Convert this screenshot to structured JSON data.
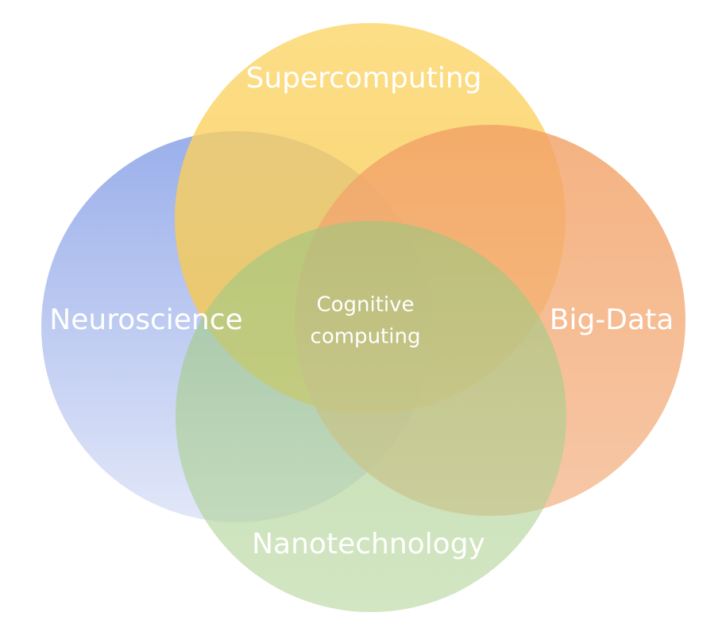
{
  "diagram": {
    "circles": [
      {
        "id": "supercomputing",
        "label": "Supercomputing",
        "color": "#fbcf55"
      },
      {
        "id": "neuroscience",
        "label": "Neuroscience",
        "color": "#8ea4e6"
      },
      {
        "id": "big-data",
        "label": "Big-Data",
        "color": "#f2a06e"
      },
      {
        "id": "nanotechnology",
        "label": "Nanotechnology",
        "color": "#a3cb88"
      }
    ],
    "center": {
      "line1": "Cognitive",
      "line2": "computing"
    }
  }
}
